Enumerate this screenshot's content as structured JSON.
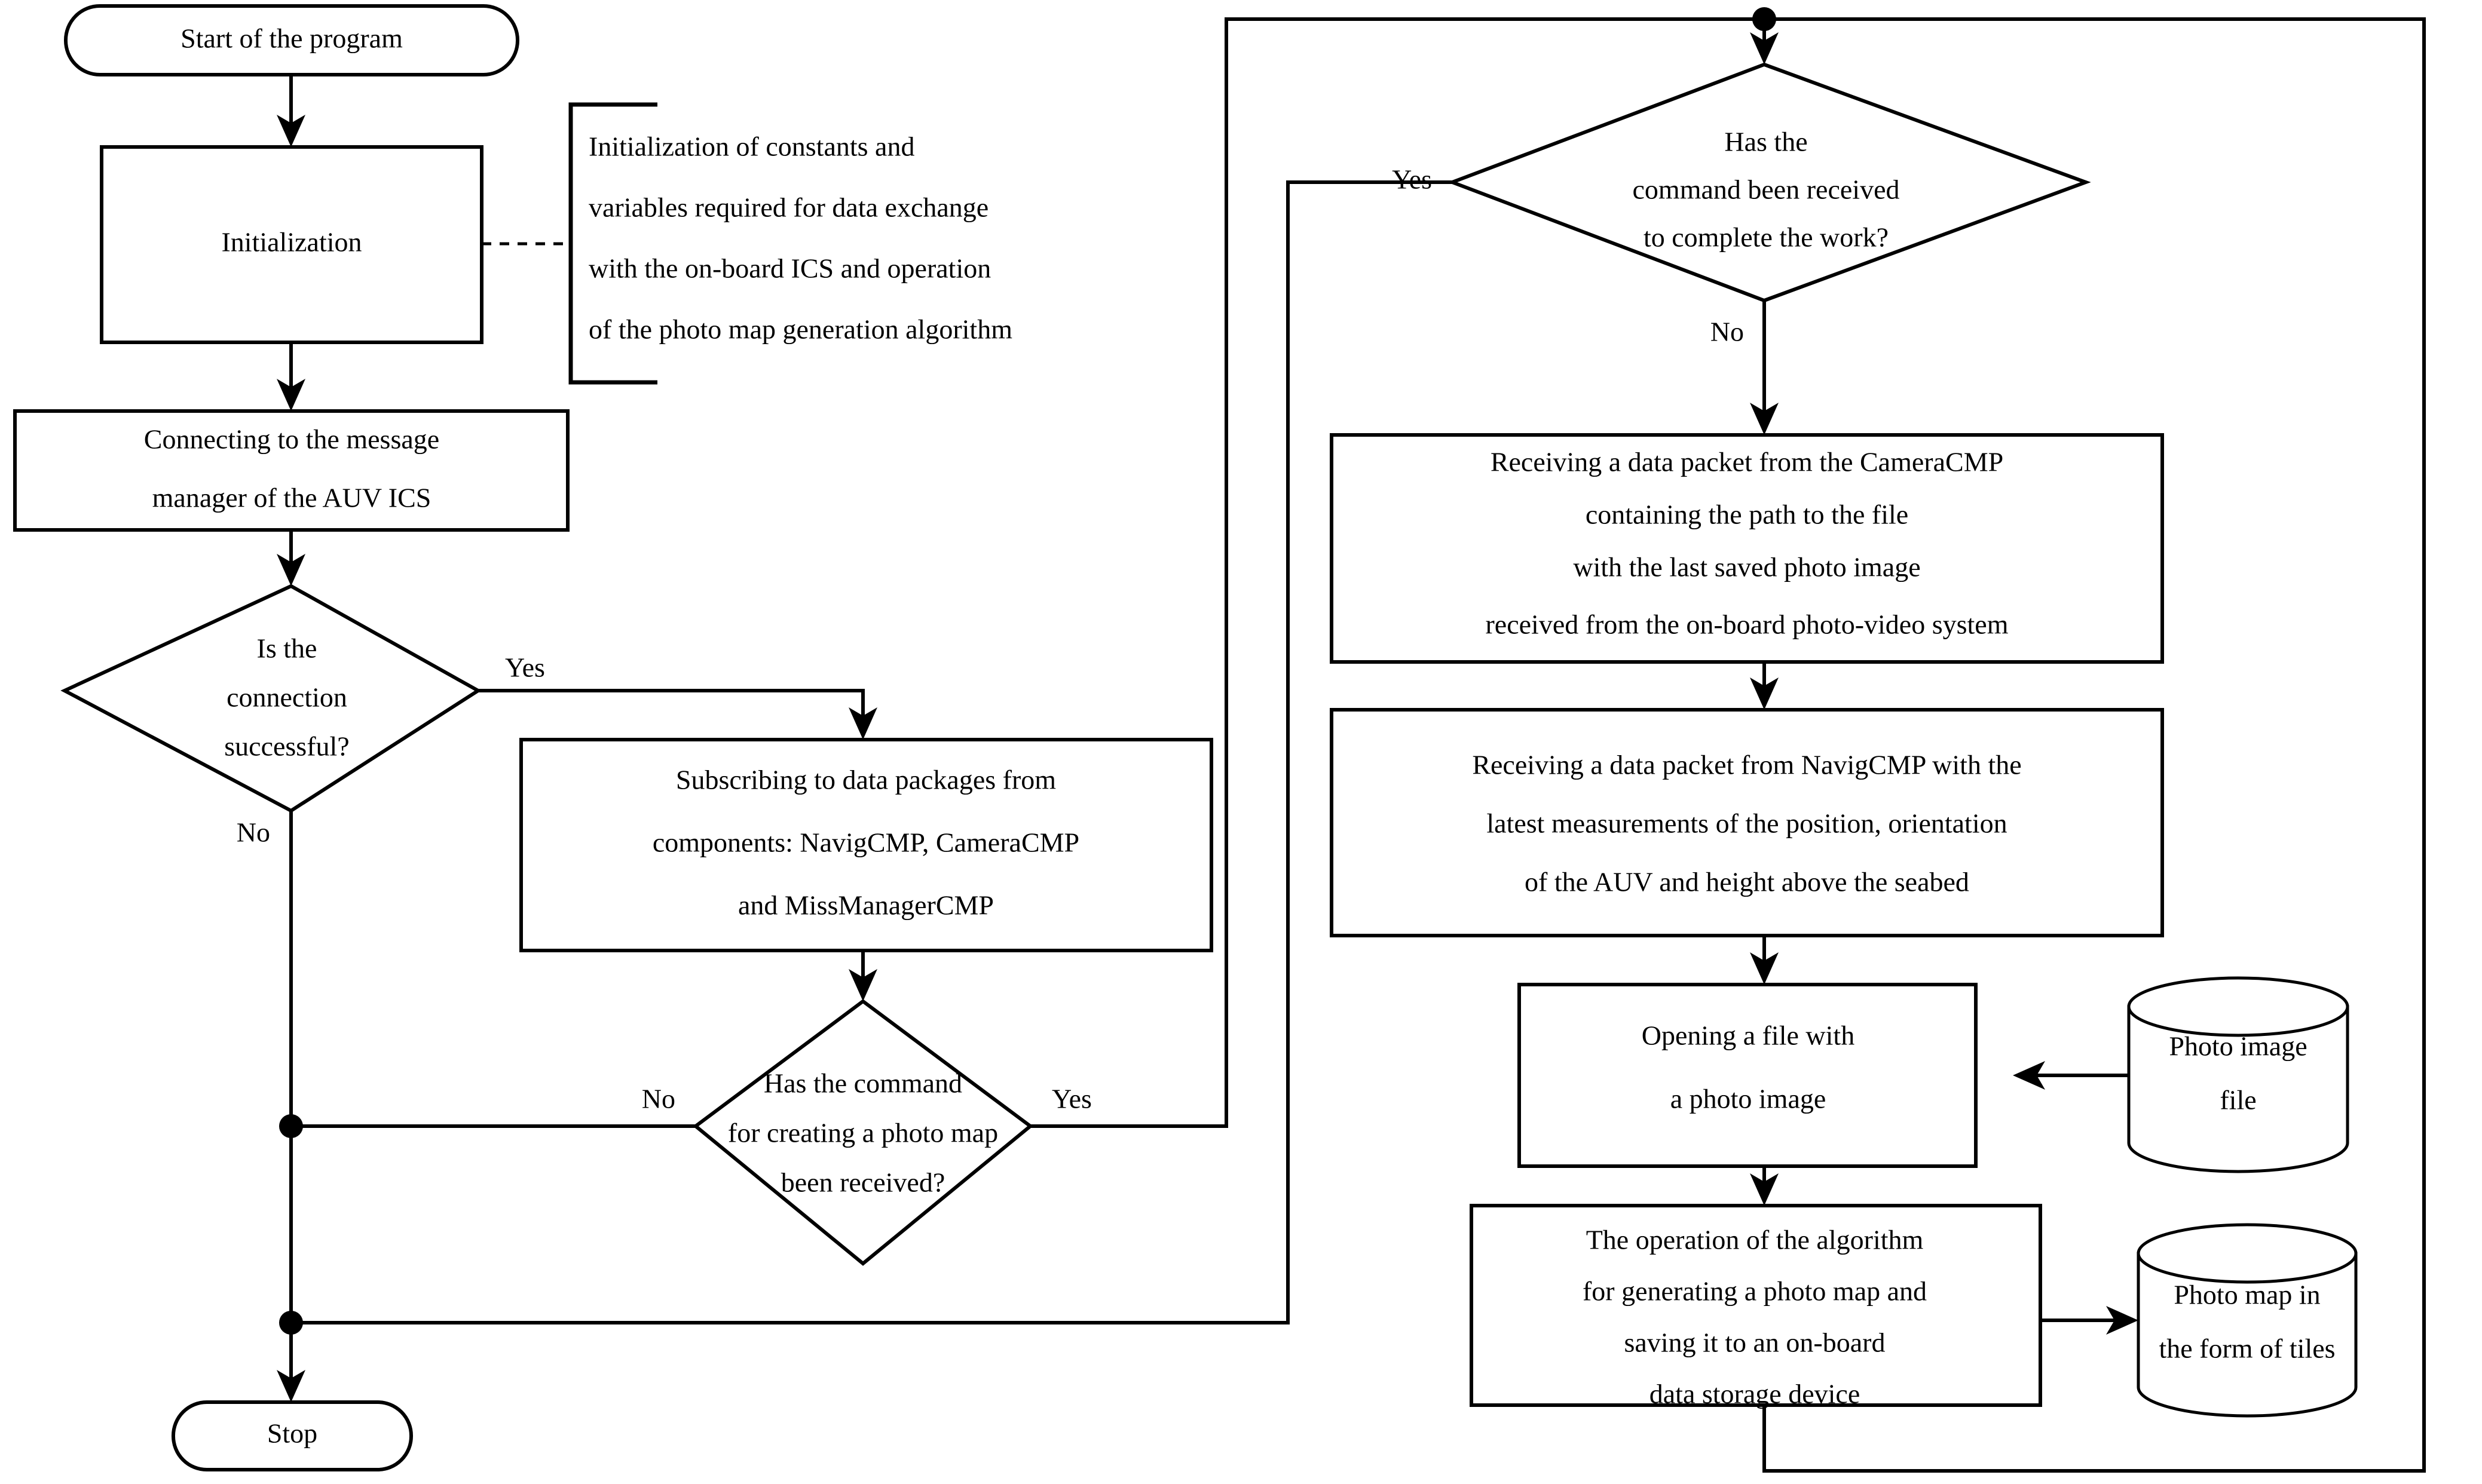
{
  "diagram": {
    "title": "Flowchart of the photo map generation program for an AUV",
    "colors": {
      "stroke": "#000000",
      "fill": "#ffffff",
      "background": "#ffffff"
    },
    "nodes": {
      "start": {
        "label": "Start of the program",
        "shape": "terminator"
      },
      "initialization": {
        "label": "Initialization",
        "shape": "process"
      },
      "annotation_init": {
        "shape": "bracket-note",
        "lines": [
          "Initialization of constants and",
          "variables required for data exchange",
          "with the on-board ICS and operation",
          "of the photo map generation algorithm"
        ]
      },
      "connect_mm": {
        "shape": "process",
        "lines": [
          "Connecting to the message",
          "manager of the AUV ICS"
        ]
      },
      "decision_connection": {
        "shape": "decision",
        "lines": [
          "Is the",
          "connection",
          "successful?"
        ]
      },
      "subscribe": {
        "shape": "process",
        "lines": [
          "Subscribing to data packages from",
          "components: NavigCMP, CameraCMP",
          "and MissManagerCMP"
        ]
      },
      "decision_photomap_cmd": {
        "shape": "decision",
        "lines": [
          "Has the command",
          "for creating a photo map",
          "been received?"
        ]
      },
      "stop": {
        "label": "Stop",
        "shape": "terminator"
      },
      "decision_complete_work": {
        "shape": "decision",
        "lines": [
          "Has the",
          "command been received",
          "to complete the work?"
        ]
      },
      "recv_camera": {
        "shape": "process",
        "lines": [
          "Receiving a data packet from the CameraCMP",
          "containing the path to the file",
          "with the last saved photo image",
          "received from the on-board photo-video system"
        ]
      },
      "recv_navig": {
        "shape": "process",
        "lines": [
          "Receiving a data packet from NavigCMP with the",
          "latest measurements of the position, orientation",
          "of the AUV and height above the seabed"
        ]
      },
      "open_file": {
        "shape": "process",
        "lines": [
          "Opening a file with",
          "a photo image"
        ]
      },
      "photo_image_file": {
        "shape": "database",
        "lines": [
          "Photo image",
          "file"
        ]
      },
      "algorithm_run": {
        "shape": "process",
        "lines": [
          "The operation of the algorithm",
          "for generating a photo map and",
          "saving it to an on-board",
          "data storage device"
        ]
      },
      "photo_map_tiles": {
        "shape": "database",
        "lines": [
          "Photo map in",
          "the form of tiles"
        ]
      }
    },
    "edge_labels": {
      "connection_yes": "Yes",
      "connection_no": "No",
      "photomap_no": "No",
      "photomap_yes": "Yes",
      "complete_yes": "Yes",
      "complete_no": "No"
    }
  }
}
